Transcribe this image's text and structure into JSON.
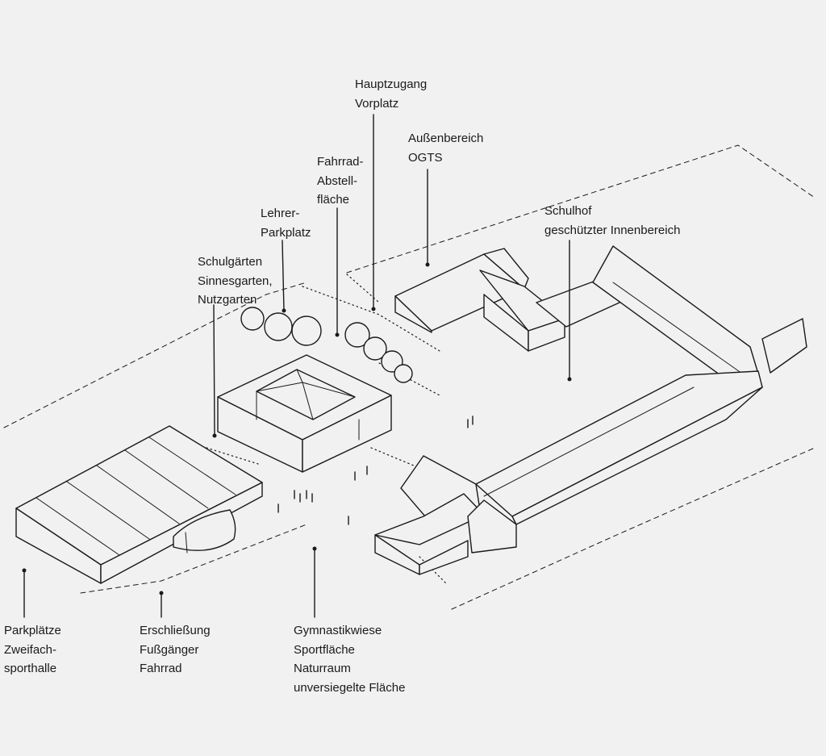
{
  "labels": {
    "hauptzugang": [
      "Hauptzugang",
      "Vorplatz"
    ],
    "aussenbereich": [
      "Außenbereich",
      "OGTS"
    ],
    "fahrrad": [
      "Fahrrad-",
      "Abstell-",
      "fläche"
    ],
    "lehrer": [
      "Lehrer-",
      "Parkplatz"
    ],
    "schulhof": [
      "Schulhof",
      "geschützter Innenbereich"
    ],
    "schulgarten": [
      "Schulgärten",
      "Sinnesgarten,",
      "Nutzgarten"
    ],
    "parkplaetze": [
      "Parkplätze",
      "Zweifach-",
      "sporthalle"
    ],
    "erschliessung": [
      "Erschließung",
      "Fußgänger",
      "Fahrrad"
    ],
    "gymnastik": [
      "Gymnastikwiese",
      "Sportfläche",
      "Naturraum",
      "unversiegelte Fläche"
    ]
  }
}
